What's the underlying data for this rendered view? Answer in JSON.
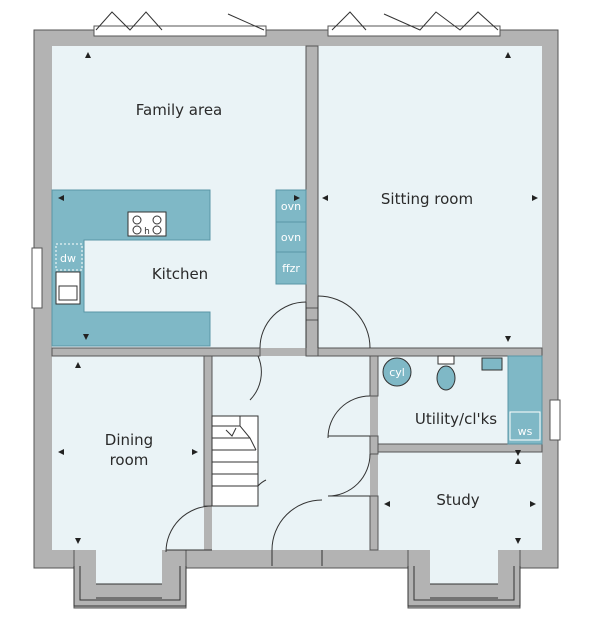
{
  "rooms": {
    "family_area": "Family area",
    "sitting_room": "Sitting room",
    "kitchen": "Kitchen",
    "dining_room_line1": "Dining",
    "dining_room_line2": "room",
    "utility": "Utility/cl'ks",
    "study": "Study"
  },
  "fixtures": {
    "oven1": "ovn",
    "oven2": "ovn",
    "fridge_freezer": "ffzr",
    "dishwasher": "dw",
    "hob": "h",
    "cylinder": "cyl",
    "washing_machine": "ws"
  },
  "colors": {
    "wall": "#b3b3b3",
    "floor": "#eaf3f6",
    "counter": "#7fb8c6"
  }
}
